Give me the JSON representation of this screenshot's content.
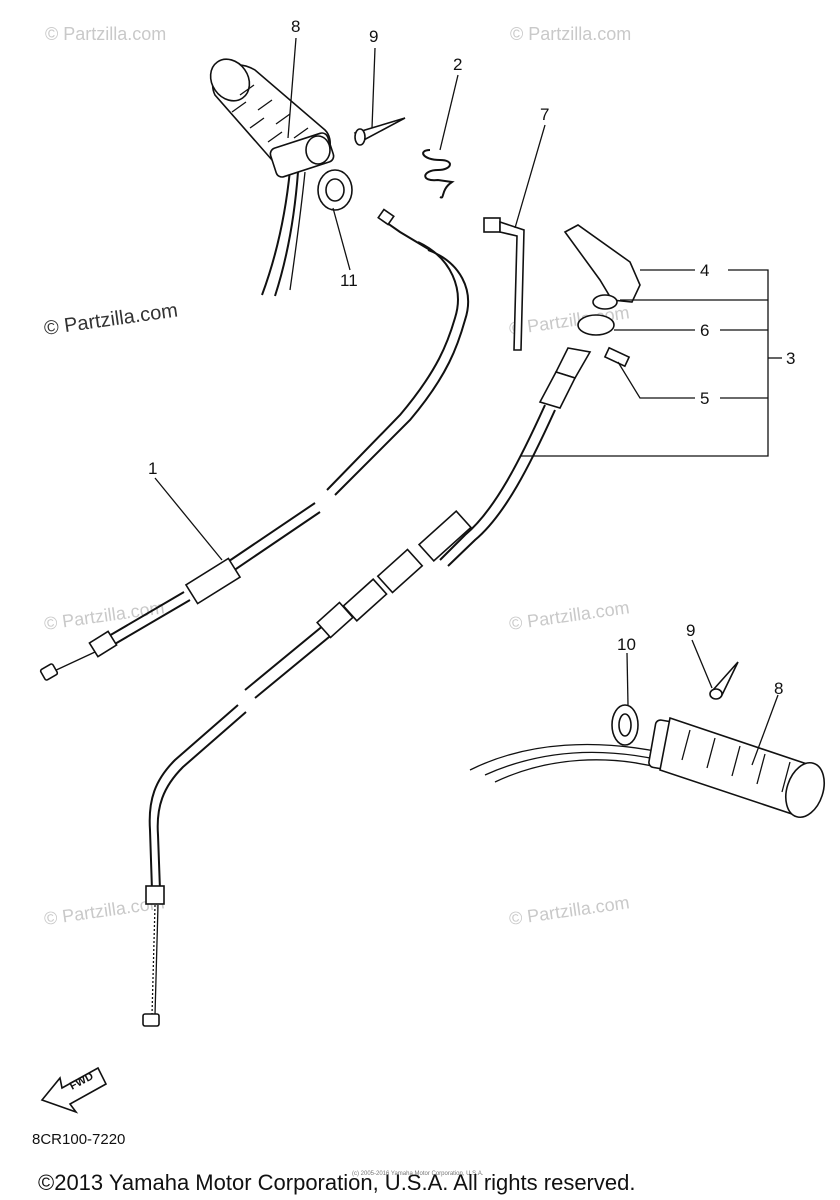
{
  "callouts": {
    "c1": "1",
    "c2": "2",
    "c3": "3",
    "c4": "4",
    "c5": "5",
    "c6": "6",
    "c7": "7",
    "c8_top": "8",
    "c8_bottom": "8",
    "c9_top": "9",
    "c9_bottom": "9",
    "c10": "10",
    "c11": "11"
  },
  "watermarks": {
    "wm1": "© Partzilla.com",
    "wm2": "© Partzilla.com",
    "wm3": "© Partzilla.com",
    "wm4": "© Partzilla.com",
    "wm5": "© Partzilla.com",
    "wm6": "© Partzilla.com",
    "wm7": "© Partzilla.com",
    "wm8": "© Partzilla.com"
  },
  "fwd_label": "FWD",
  "diagram_code": "8CR100-7220",
  "tiny_credit": "(c) 2005-2016 Yamaha Motor Corporation, U.S.A.",
  "copyright": "©2013 Yamaha Motor Corporation, U.S.A. All rights reserved."
}
